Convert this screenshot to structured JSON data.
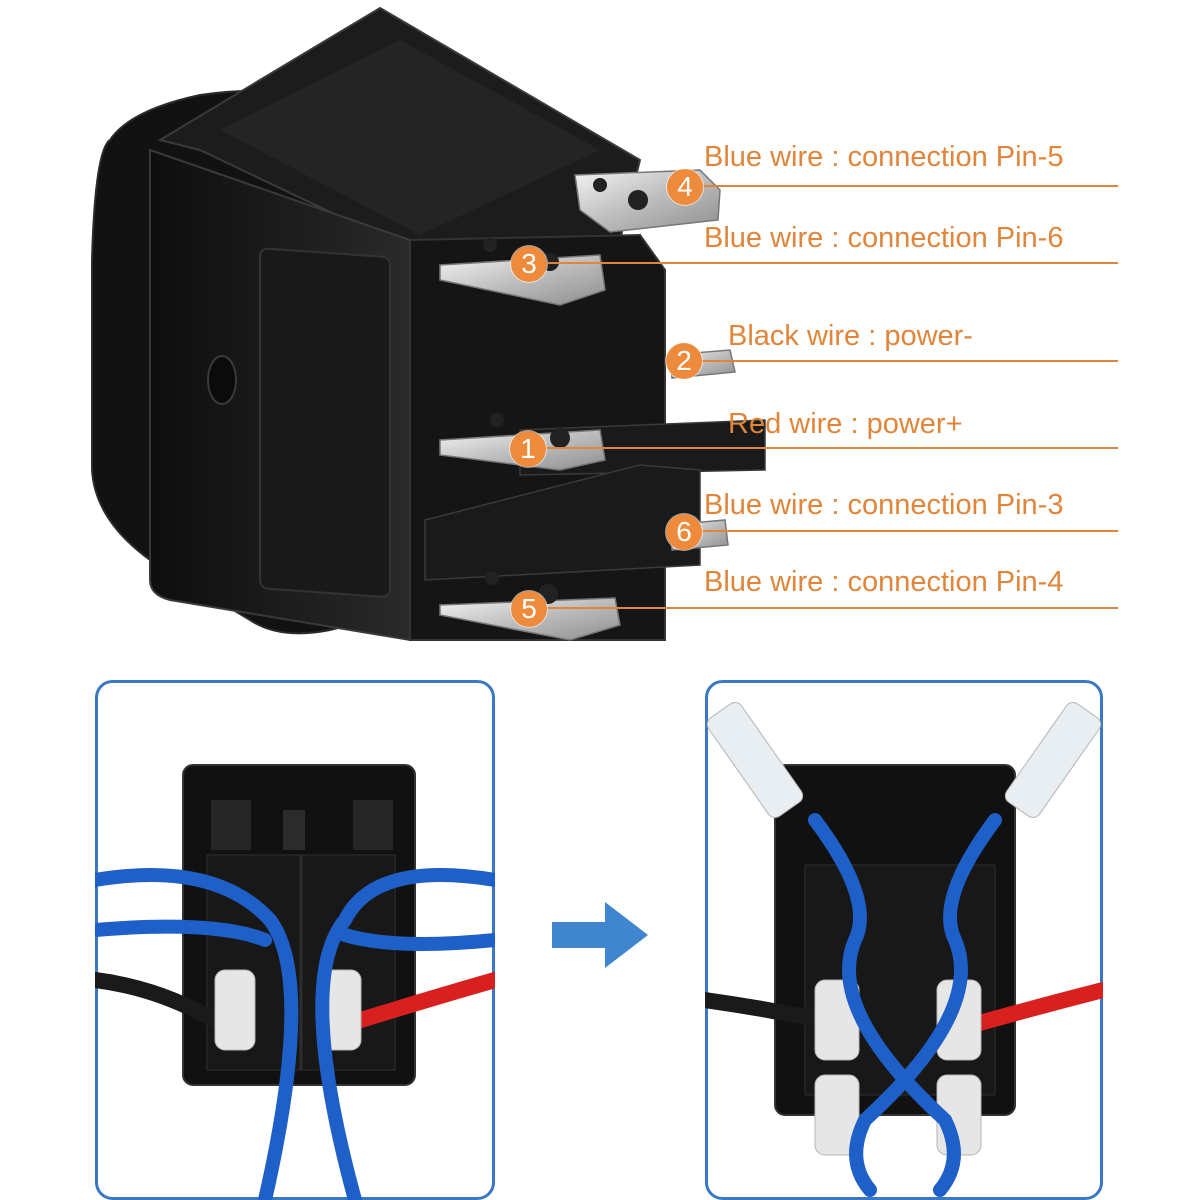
{
  "colors": {
    "accent_orange": "#e0853a",
    "badge_orange": "#ee8a3c",
    "panel_border": "#3a78c2",
    "arrow_blue": "#3f86cf",
    "wire_blue": "#1f5fc8",
    "wire_red": "#d8201e",
    "wire_black": "#1a1a1a",
    "housing_black": "#141414"
  },
  "pin_labels": [
    {
      "pin": "4",
      "text": "Blue wire : connection Pin-5"
    },
    {
      "pin": "3",
      "text": "Blue wire : connection Pin-6"
    },
    {
      "pin": "2",
      "text": "Black wire : power-"
    },
    {
      "pin": "1",
      "text": "Red wire : power+"
    },
    {
      "pin": "6",
      "text": "Blue wire : connection Pin-3"
    },
    {
      "pin": "5",
      "text": "Blue wire : connection Pin-4"
    }
  ],
  "panels": {
    "before": {
      "icon": "wired-switch-before-photo"
    },
    "after": {
      "icon": "wired-switch-crossed-photo"
    },
    "arrow": {
      "icon": "right-arrow-icon"
    }
  },
  "icons": {
    "switch": "rocker-switch-photo"
  }
}
